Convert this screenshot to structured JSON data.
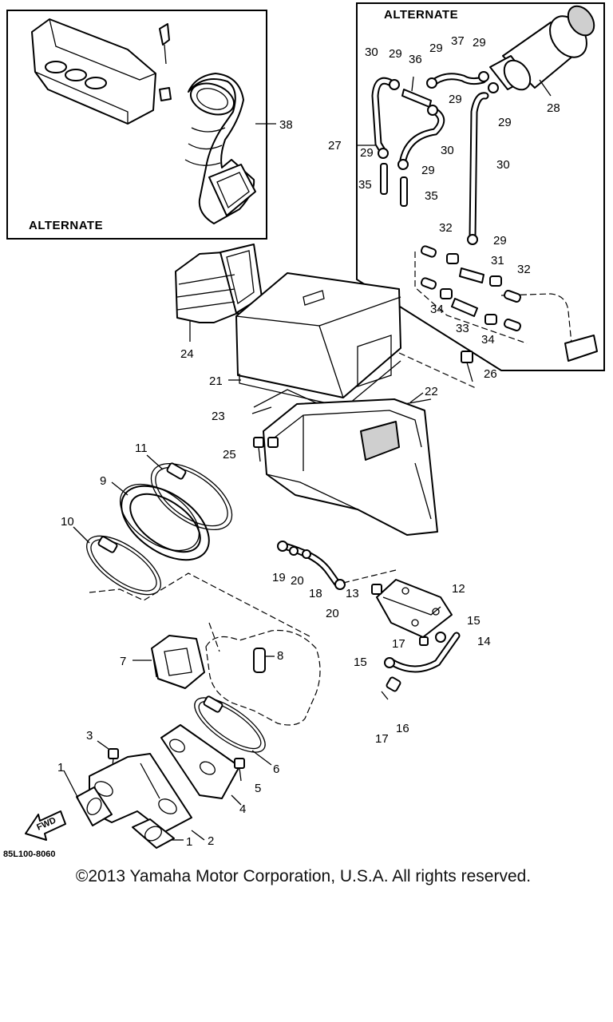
{
  "frames": {
    "left_title": "ALTERNATE",
    "right_title": "ALTERNATE"
  },
  "diagram_code": "85L100-8060",
  "fwd_label": "FWD",
  "copyright": "©2013 Yamaha Motor Corporation, U.S.A. All rights reserved.",
  "callouts": {
    "c1a": "1",
    "c1b": "1",
    "c2": "2",
    "c3": "3",
    "c4": "4",
    "c5": "5",
    "c6": "6",
    "c7": "7",
    "c8": "8",
    "c9": "9",
    "c10": "10",
    "c11": "11",
    "c12": "12",
    "c13": "13",
    "c14": "14",
    "c15a": "15",
    "c15b": "15",
    "c16": "16",
    "c17a": "17",
    "c17b": "17",
    "c18": "18",
    "c19": "19",
    "c20a": "20",
    "c20b": "20",
    "c21": "21",
    "c22": "22",
    "c23": "23",
    "c24": "24",
    "c25": "25",
    "c26": "26",
    "c27": "27",
    "c28": "28",
    "c29a": "29",
    "c29b": "29",
    "c29c": "29",
    "c29d": "29",
    "c29e": "29",
    "c29f": "29",
    "c29g": "29",
    "c29h": "29",
    "c30a": "30",
    "c30b": "30",
    "c30c": "30",
    "c31": "31",
    "c32a": "32",
    "c32b": "32",
    "c33": "33",
    "c34a": "34",
    "c34b": "34",
    "c35a": "35",
    "c35b": "35",
    "c36": "36",
    "c37": "37",
    "c38": "38"
  }
}
